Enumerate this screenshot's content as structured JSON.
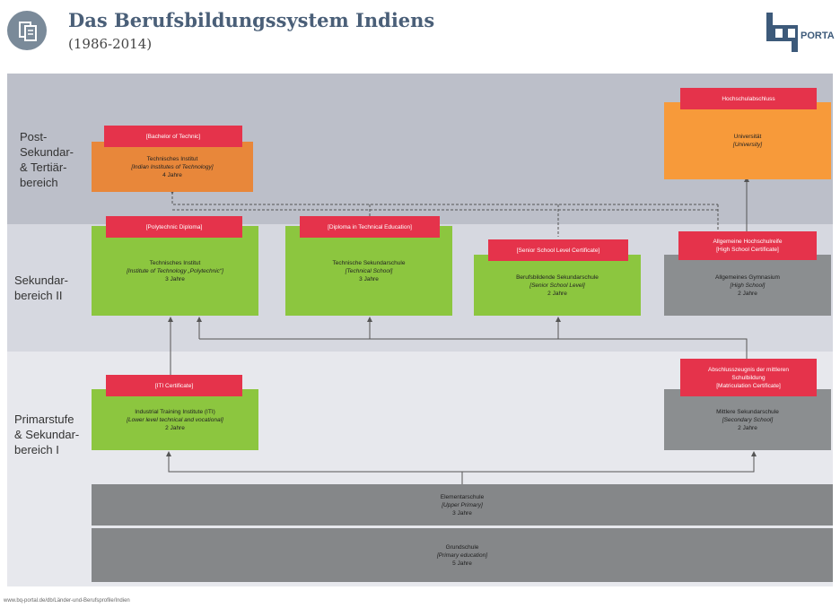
{
  "header": {
    "title": "Das Berufsbildungssystem Indiens",
    "subtitle": "(1986-2014)",
    "brand_text": "PORTA",
    "brand_mark": "bq"
  },
  "bands": {
    "post": "Post-\nSekundar-\n& Tertiär-\nbereich",
    "sek2": "Sekundar-\nbereich II",
    "prim": "Primarstufe\n& Sekundar-\nbereich I"
  },
  "boxes": {
    "techinst_iit": {
      "cert": "[Bachelor of Technic]",
      "l1": "Technisches Institut",
      "l2": "[Indian Institutes of Technology]",
      "l3": "4 Jahre"
    },
    "university": {
      "cert": "Hochschulabschluss",
      "l1": "Universität",
      "l2": "[University]"
    },
    "polytechnic": {
      "cert": "[Polytechnic Diploma]",
      "l1": "Technisches Institut",
      "l2": "[Institute of Technology „Polytechnic“]",
      "l3": "3 Jahre"
    },
    "tech_sek": {
      "cert": "[Diploma in Technical Education]",
      "l1": "Technische Sekundarschule",
      "l2": "[Technical School]",
      "l3": "3 Jahre"
    },
    "berufs_sek": {
      "cert": "[Senior School Level Certificate]",
      "l1": "Berufsbildende Sekundarschule",
      "l2": "[Senior School Level]",
      "l3": "2 Jahre"
    },
    "gymnasium": {
      "cert1": "Allgemeine Hochschulreife",
      "cert2": "[High School Certificate]",
      "l1": "Allgemeines Gymnasium",
      "l2": "[High School]",
      "l3": "2 Jahre"
    },
    "iti": {
      "cert": "[ITI Certificate]",
      "l1": "Industrial Training Institute (ITI)",
      "l2": "[Lower level technical and vocational]",
      "l3": "2 Jahre"
    },
    "mittlere": {
      "cert1": "Abschlusszeugnis der mittleren",
      "cert2": "Schulbildung",
      "cert3": "[Matriculation Certificate]",
      "l1": "Mittlere Sekundarschule",
      "l2": "[Secondary School]",
      "l3": "2 Jahre"
    },
    "elementar": {
      "l1": "Elementarschule",
      "l2": "[Upper Primary]",
      "l3": "3 Jahre"
    },
    "grund": {
      "l1": "Grundschule",
      "l2": "[Primary education]",
      "l3": "5 Jahre"
    }
  },
  "footer": "www.bq-portal.de/db/Länder-und-Berufsprofile/Indien",
  "colors": {
    "title": "#4a5f78",
    "certificate": "#e5334b",
    "green": "#8cc63f",
    "orange": "#e8873a",
    "grey": "#8b8e90"
  }
}
